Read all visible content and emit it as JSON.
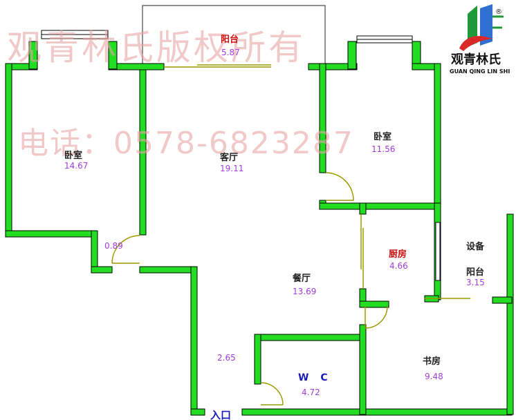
{
  "watermark": {
    "line1": "观青林氏版权所有",
    "line2": "电话：0578-6823287"
  },
  "logo": {
    "cn": "观青林氏",
    "en": "GUAN QING LIN SHI",
    "registered": "®"
  },
  "rooms": {
    "balcony_top": {
      "name": "阳台",
      "area": "5.87"
    },
    "bedroom_left": {
      "name": "卧室",
      "area": "14.67"
    },
    "living": {
      "name": "客厅",
      "area": "19.11"
    },
    "bedroom_right": {
      "name": "卧室",
      "area": "11.56"
    },
    "corridor_small": {
      "area": "0.89"
    },
    "kitchen": {
      "name": "厨房",
      "area": "4.66"
    },
    "equip_balcony": {
      "name1": "设备",
      "name2": "阳台",
      "area": "3.15"
    },
    "dining": {
      "name": "餐厅",
      "area": "13.69"
    },
    "hallway": {
      "area": "2.65"
    },
    "wc": {
      "name": "W C",
      "area": "4.72"
    },
    "study": {
      "name": "书房",
      "area": "9.48"
    }
  },
  "entrance": {
    "label": "入口"
  },
  "colors": {
    "wall": "#22dd22",
    "wall_outline": "#000000",
    "door": "#9a9a00",
    "area_text": "#a43be0",
    "watermark": "#e8a4a4"
  }
}
